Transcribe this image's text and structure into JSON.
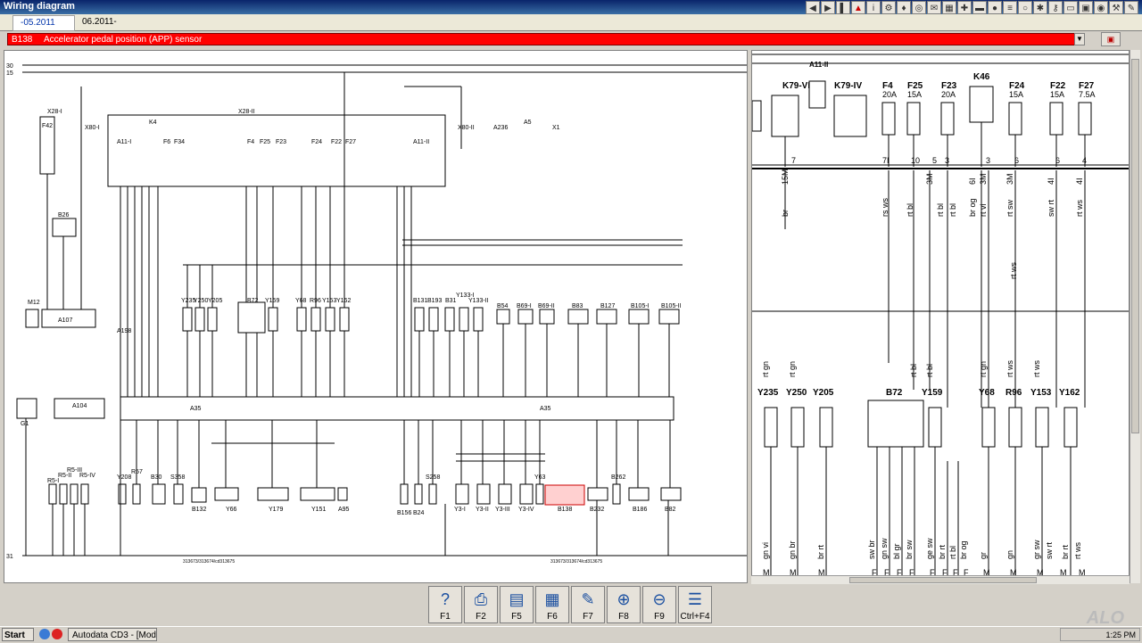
{
  "window": {
    "title": "Wiring diagram"
  },
  "date_tabs": {
    "from": "-05.2011",
    "to": "06.2011-"
  },
  "component": {
    "code": "B138",
    "name": "Accelerator pedal position (APP) sensor"
  },
  "left_diagram": {
    "rail_labels": [
      "30",
      "15",
      "31"
    ],
    "connectors": [
      "X28-I",
      "X80-I",
      "X28-II",
      "X80-II",
      "A236",
      "A5",
      "X1",
      "K4",
      "A11-I",
      "A11-II",
      "B26",
      "A107",
      "M12",
      "A198",
      "A104",
      "G1",
      "A35"
    ],
    "fuses": [
      "F42",
      "F6",
      "F34",
      "F4",
      "F25",
      "F23",
      "F24",
      "F22",
      "F27"
    ],
    "components_top": [
      "Y235",
      "Y250",
      "Y205",
      "B72",
      "Y159",
      "Y68",
      "R96",
      "Y153",
      "Y162"
    ],
    "components_right": [
      "B131",
      "B193",
      "B31",
      "Y133-I",
      "Y133-II",
      "B54",
      "B69-I",
      "B69-II",
      "B83",
      "B127",
      "B105-I",
      "B105-II"
    ],
    "components_bottom": [
      "R5-I",
      "R5-II",
      "R5-III",
      "R5-IV",
      "Y208",
      "R57",
      "B30",
      "S358",
      "B132",
      "Y66",
      "Y179",
      "Y151",
      "A95",
      "B156",
      "B24",
      "S258",
      "Y3-I",
      "Y3-II",
      "Y3-III",
      "Y3-IV",
      "Y63",
      "B138",
      "B232",
      "B262",
      "B186",
      "B82"
    ],
    "footer_refs": [
      "313673/313674/cd313675",
      "313673/313674/cd313675"
    ]
  },
  "right_diagram": {
    "top_labels": [
      "K79-VI",
      "A11-II",
      "K79-IV",
      "F4",
      "F25",
      "F23",
      "K46",
      "F24",
      "F22",
      "F27"
    ],
    "fuse_ratings": {
      "F4": "20A",
      "F25": "15A",
      "F23": "20A",
      "F24": "15A",
      "F22": "15A",
      "F27": "7.5A"
    },
    "pin_numbers": [
      "7",
      "7I",
      "10",
      "5",
      "3",
      "3",
      "6",
      "6",
      "4"
    ],
    "wire_colors_top": [
      "15M",
      "br",
      "rs ws",
      "rt bl",
      "rt bl",
      "3M",
      "rt bl",
      "6I",
      "br og",
      "3M",
      "rt vi",
      "3M",
      "rt sw",
      "4I",
      "sw rt",
      "4I",
      "rt ws"
    ],
    "mid_wires": [
      "rt ws",
      "rt gn",
      "rt gn",
      "rt bl",
      "rt bl",
      "rt gn",
      "rt ws",
      "rt ws"
    ],
    "components": [
      "Y235",
      "Y250",
      "Y205",
      "B72",
      "Y159",
      "Y68",
      "R96",
      "Y153",
      "Y162"
    ],
    "bottom_wires": [
      "gn vi",
      "gn br",
      "br rt",
      "sw br",
      "gn sw",
      "bl gr",
      "br sw",
      "ge sw",
      "br rt",
      "rt bl",
      "br og",
      "gr",
      "gn",
      "gr sw",
      "sw rt",
      "br rt",
      "rt ws"
    ],
    "bottom_letters": [
      "M",
      "M",
      "M",
      "F",
      "F",
      "F",
      "F",
      "F",
      "F",
      "F",
      "F",
      "M",
      "M",
      "M",
      "M",
      "M"
    ]
  },
  "function_keys": [
    {
      "key": "F1",
      "icon": "help-icon"
    },
    {
      "key": "F2",
      "icon": "printer-setup-icon"
    },
    {
      "key": "F5",
      "icon": "print-icon"
    },
    {
      "key": "F6",
      "icon": "component-list-icon"
    },
    {
      "key": "F7",
      "icon": "tools-icon"
    },
    {
      "key": "F8",
      "icon": "zoom-in-icon"
    },
    {
      "key": "F9",
      "icon": "zoom-out-icon"
    },
    {
      "key": "Ctrl+F4",
      "icon": "close-list-icon"
    }
  ],
  "taskbar": {
    "start": "Start",
    "task": "Autodata CD3 - [Mod...",
    "time": "1:25 PM"
  },
  "watermark": "ALO"
}
